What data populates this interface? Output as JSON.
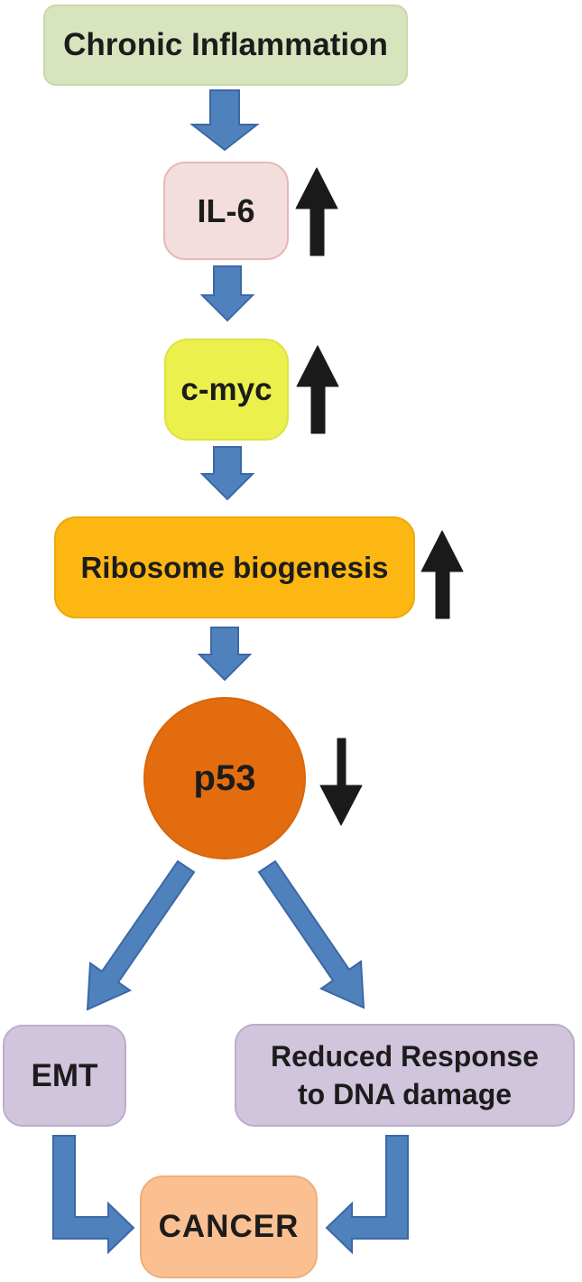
{
  "diagram": {
    "type": "flowchart",
    "description": "Pathway from chronic inflammation to cancer via IL-6, c-myc, ribosome biogenesis and p53 loss"
  },
  "nodes": {
    "chronic_inflammation": {
      "label": "Chronic Inflammation",
      "shape": "rounded-rect",
      "fill": "#d8e4bd"
    },
    "il6": {
      "label": "IL-6",
      "shape": "rounded-rect",
      "fill": "#f3dedd",
      "trend": "increase"
    },
    "c_myc": {
      "label": "c-myc",
      "shape": "rounded-rect",
      "fill": "#ebf04c",
      "trend": "increase"
    },
    "ribosome_biogenesis": {
      "label": "Ribosome biogenesis",
      "shape": "rounded-rect",
      "fill": "#fdb713",
      "trend": "increase"
    },
    "p53": {
      "label": "p53",
      "shape": "circle",
      "fill": "#e36d0e",
      "trend": "decrease"
    },
    "emt": {
      "label": "EMT",
      "shape": "rounded-rect",
      "fill": "#d0c5dc"
    },
    "reduced_response": {
      "label": "Reduced Response to DNA damage",
      "line1": "Reduced Response",
      "line2": "to DNA damage",
      "shape": "rounded-rect",
      "fill": "#d0c5dc"
    },
    "cancer": {
      "label": "CANCER",
      "shape": "rounded-rect",
      "fill": "#fac092"
    }
  },
  "edges": [
    {
      "from": "chronic_inflammation",
      "to": "il6"
    },
    {
      "from": "il6",
      "to": "c_myc"
    },
    {
      "from": "c_myc",
      "to": "ribosome_biogenesis"
    },
    {
      "from": "ribosome_biogenesis",
      "to": "p53"
    },
    {
      "from": "p53",
      "to": "emt"
    },
    {
      "from": "p53",
      "to": "reduced_response"
    },
    {
      "from": "emt",
      "to": "cancer"
    },
    {
      "from": "reduced_response",
      "to": "cancer"
    }
  ],
  "colors": {
    "flow_arrow": "#4f81bd",
    "flow_arrow_edge": "#3c68a5",
    "trend_arrow": "#1a1a1a",
    "text": "#1c1c1c"
  }
}
